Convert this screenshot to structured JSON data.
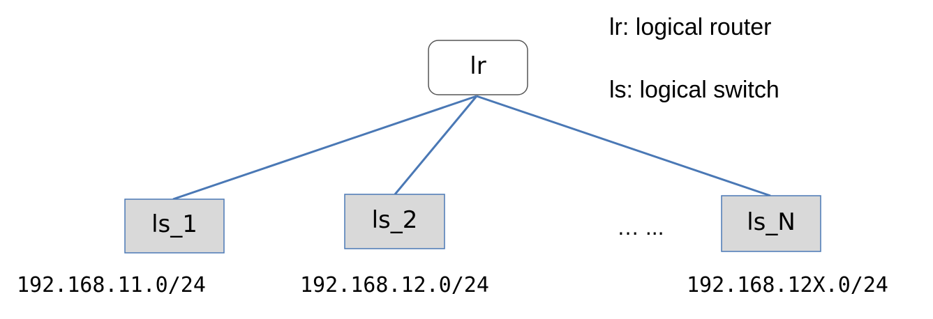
{
  "legend": {
    "router": "lr: logical router",
    "switch": "ls: logical switch"
  },
  "router": {
    "label": "lr"
  },
  "switches": [
    {
      "label": "ls_1",
      "subnet": "192.168.11.0/24"
    },
    {
      "label": "ls_2",
      "subnet": "192.168.12.0/24"
    },
    {
      "label": "ls_N",
      "subnet": "192.168.12X.0/24"
    }
  ],
  "ellipsis": "… ...",
  "colors": {
    "link": "#4a78b5",
    "switch_fill": "#d9d9d9",
    "switch_border": "#4a78b5",
    "router_border": "#555555"
  }
}
